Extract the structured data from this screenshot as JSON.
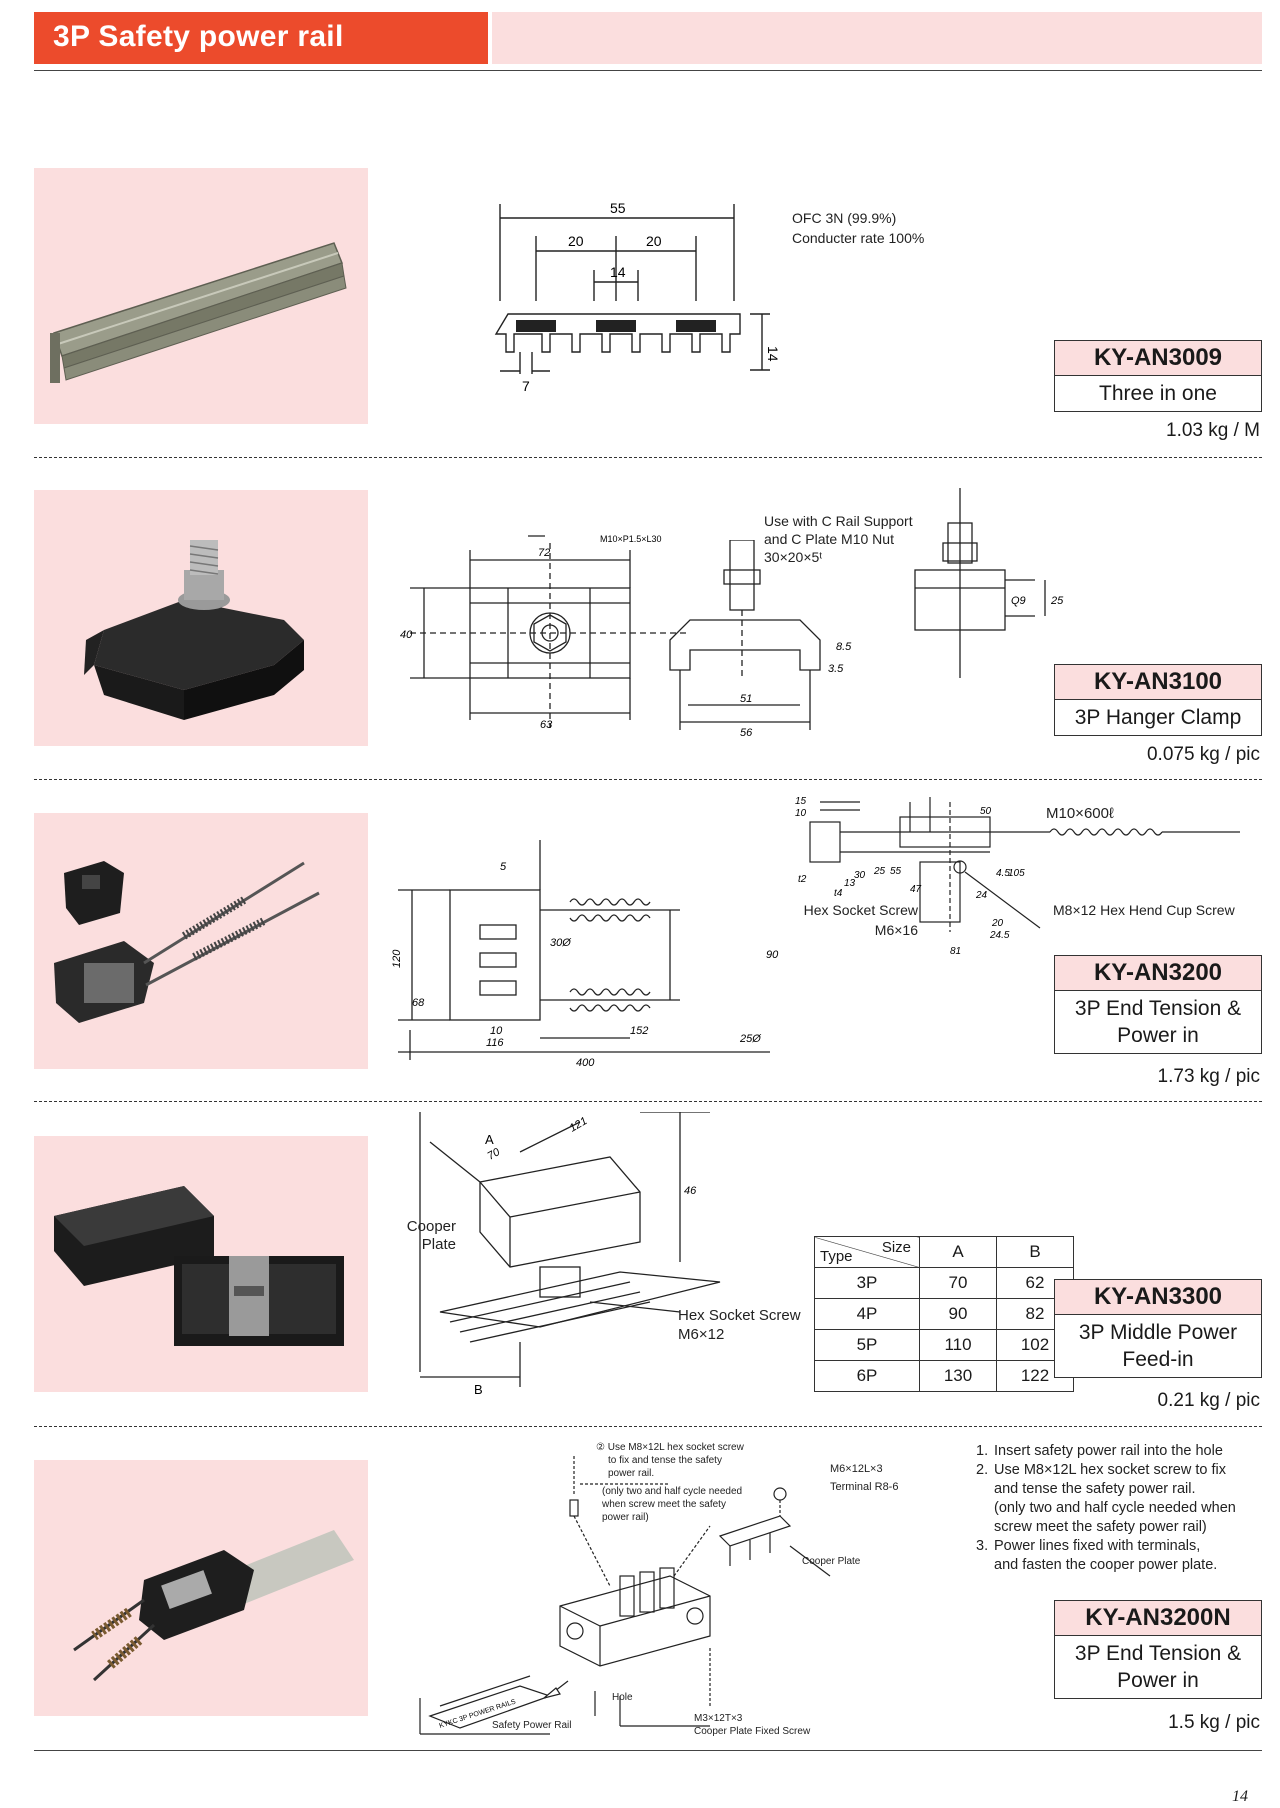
{
  "header": {
    "title": "3P Safety power rail"
  },
  "products": [
    {
      "model": "KY-AN3009",
      "description": "Three in one",
      "weight": "1.03 kg / M",
      "notes": [
        "OFC 3N (99.9%)",
        "Conducter rate 100%"
      ],
      "dims": [
        "55",
        "20",
        "20",
        "14",
        "14",
        "7"
      ]
    },
    {
      "model": "KY-AN3100",
      "description": "3P Hanger Clamp",
      "weight": "0.075 kg / pic",
      "notes": [
        "Use with C Rail Support",
        "and C Plate M10 Nut",
        "30×20×5ᵗ"
      ],
      "bolt_label": "M10×P1.5×L30",
      "dims": [
        "72",
        "40",
        "63",
        "51",
        "56",
        "8.5",
        "3.5",
        "Q9",
        "25"
      ]
    },
    {
      "model": "KY-AN3200",
      "description_lines": [
        "3P End Tension &",
        "Power in"
      ],
      "weight": "1.73 kg / pic",
      "notes": [
        "M10×600ℓ",
        "M8×12 Hex Hend Cup Screw",
        "Hex Socket Screw",
        "M6×16"
      ],
      "dims": [
        "5",
        "120",
        "30Ø",
        "90",
        "68",
        "10",
        "116",
        "152",
        "25Ø",
        "400",
        "15",
        "10",
        "t2",
        "t4",
        "13",
        "30",
        "25",
        "55",
        "50",
        "47",
        "24",
        "4.5",
        "105",
        "20",
        "24.5",
        "81"
      ]
    },
    {
      "model": "KY-AN3300",
      "description_lines": [
        "3P Middle Power",
        "Feed-in"
      ],
      "weight": "0.21 kg / pic",
      "notes": [
        "Cooper",
        "Plate",
        "Hex Socket Screw",
        "M6×12"
      ],
      "dims": [
        "A",
        "70",
        "121",
        "46",
        "B"
      ],
      "size_table": {
        "corner_size": "Size",
        "corner_type": "Type",
        "headers": [
          "A",
          "B"
        ],
        "rows": [
          [
            "3P",
            "70",
            "62"
          ],
          [
            "4P",
            "90",
            "82"
          ],
          [
            "5P",
            "110",
            "102"
          ],
          [
            "6P",
            "130",
            "122"
          ]
        ]
      }
    },
    {
      "model": "KY-AN3200N",
      "description_lines": [
        "3P End Tension &",
        "Power in"
      ],
      "weight": "1.5 kg / pic",
      "callouts": [
        "② Use M8×12L hex socket screw",
        "to fix and tense the safety",
        "power rail.",
        "(only two and  half cycle needed",
        "when screw meet the safety",
        "power rail)",
        "M6×12L×3",
        "Terminal R8-6",
        "Cooper Plate",
        "Hole",
        "Safety Power Rail",
        "M3×12T×3",
        "Cooper Plate Fixed Screw",
        "KYKC 3P POWER RAILS"
      ],
      "steps": [
        {
          "num": "1.",
          "lines": [
            "Insert safety power rail into the hole"
          ]
        },
        {
          "num": "2.",
          "lines": [
            "Use M8×12L hex socket screw to fix",
            "and tense the safety power rail.",
            "(only two and  half cycle needed when",
            "screw meet the safety power rail)"
          ]
        },
        {
          "num": "3.",
          "lines": [
            "Power lines fixed with terminals,",
            "and fasten the cooper power plate."
          ]
        }
      ]
    }
  ],
  "page_number": "14"
}
